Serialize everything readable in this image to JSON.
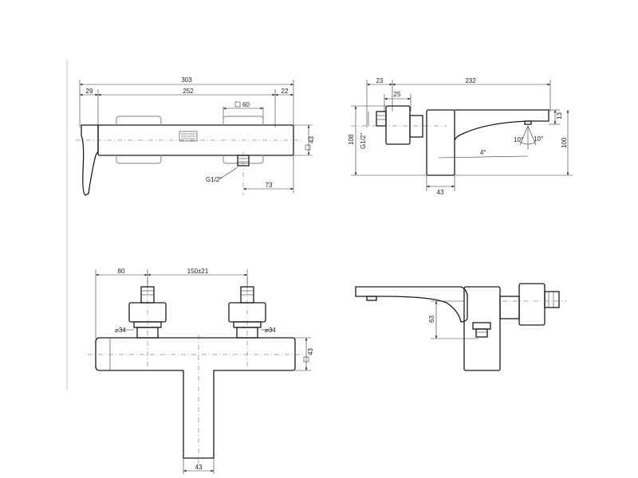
{
  "top_view": {
    "dim_overall": "303",
    "dim_left": "29",
    "dim_middle": "252",
    "dim_right": "22",
    "dim_square_60": "60",
    "dim_height": "43",
    "dim_thread": "G1/2\"",
    "dim_bottom": "73"
  },
  "side_view": {
    "dim_23": "23",
    "dim_232": "232",
    "dim_25": "25",
    "dim_108": "108",
    "dim_thread": "G1/2\"",
    "dim_angle_left": "10°",
    "dim_angle_right": "10°",
    "dim_angle_4": "4°",
    "dim_13": "13",
    "dim_100": "100",
    "dim_43": "43"
  },
  "front_view": {
    "dim_80": "80",
    "dim_spacing": "150±21",
    "dim_diam_left": "34",
    "dim_diam_right": "34",
    "dim_height": "43",
    "dim_bottom": "43"
  },
  "rear_view": {
    "dim_63": "63"
  }
}
